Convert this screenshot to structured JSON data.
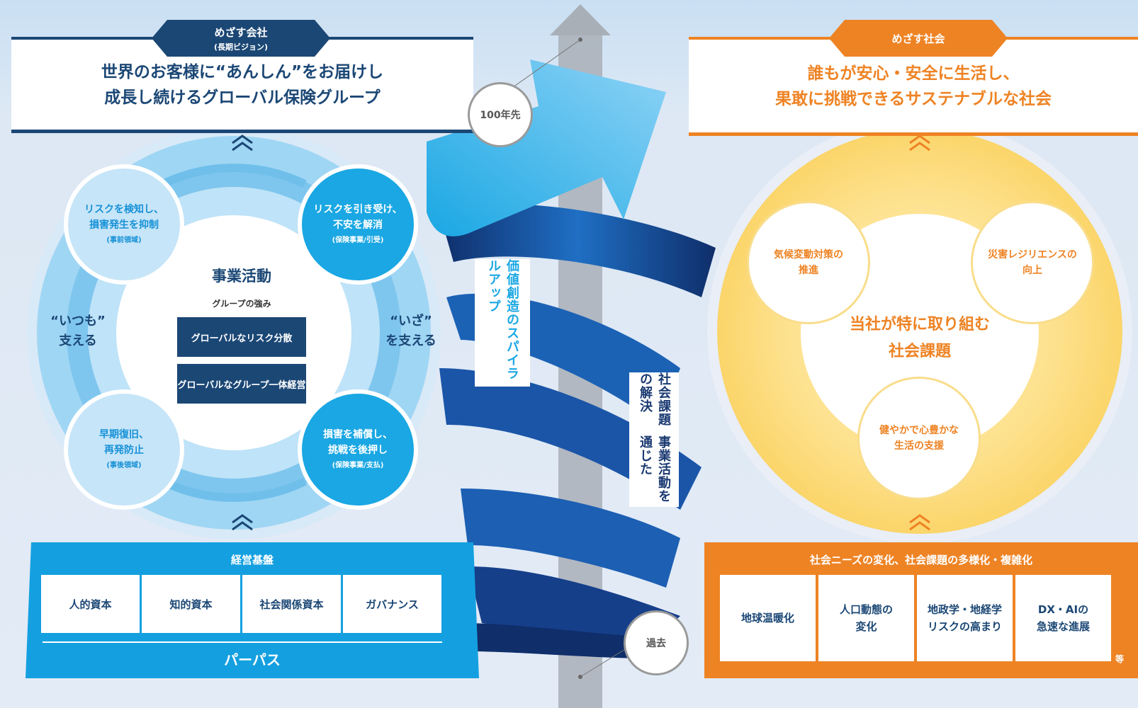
{
  "left_header": {
    "tab_title": "めざす会社",
    "tab_subtitle": "(長期ビジョン)",
    "vision_line1": "世界のお客様に“あんしん”をお届けし",
    "vision_line2": "成長し続けるグローバル保険グループ"
  },
  "right_header": {
    "tab_title": "めざす社会",
    "society_line1": "誰もが安心・安全に生活し、",
    "society_line2": "果敢に挑戦できるサステナブルな社会"
  },
  "business_cycle": {
    "title": "事業活動",
    "strengths_label": "グループの強み",
    "strengths": [
      "グローバルなリスク分散",
      "グローバルなグループ一体経営"
    ],
    "left_label_line1": "“いつも”",
    "left_label_line2": "支える",
    "right_label_line1": "“いざ”",
    "right_label_line2": "を支える",
    "circles": [
      {
        "line1": "リスクを検知し、",
        "line2": "損害発生を抑制",
        "note": "(事前領域)"
      },
      {
        "line1": "リスクを引き受け、",
        "line2": "不安を解消",
        "note": "(保険事業/引受)"
      },
      {
        "line1": "早期復旧、",
        "line2": "再発防止",
        "note": "(事後領域)"
      },
      {
        "line1": "損害を補償し、",
        "line2": "挑戦を後押し",
        "note": "(保険事業/支払)"
      }
    ]
  },
  "foundation": {
    "title": "経営基盤",
    "capitals": [
      "人的資本",
      "知的資本",
      "社会関係資本",
      "ガバナンス"
    ],
    "purpose": "パーパス"
  },
  "spiral": {
    "label_value": "価値創造のスパイラルアップ",
    "label_solution_line1": "事業活動を通じた",
    "label_solution_line2": "社会課題の解決",
    "future_marker": "100年先",
    "past_marker": "過去"
  },
  "social_issues": {
    "center_line1": "当社が特に取り組む",
    "center_line2": "社会課題",
    "circles": [
      {
        "line1": "気候変動対策の",
        "line2": "推進"
      },
      {
        "line1": "災害レジリエンスの",
        "line2": "向上"
      },
      {
        "line1": "健やかで心豊かな",
        "line2": "生活の支援"
      }
    ]
  },
  "social_needs": {
    "title": "社会ニーズの変化、社会課題の多様化・複雑化",
    "items": [
      {
        "line1": "地球温暖化",
        "line2": ""
      },
      {
        "line1": "人口動態の",
        "line2": "変化"
      },
      {
        "line1": "地政学・地経学",
        "line2": "リスクの高まり"
      },
      {
        "line1": "DX・AIの",
        "line2": "急速な進展"
      }
    ],
    "etc": "等"
  },
  "colors": {
    "navy": "#1b4775",
    "blue": "#1aa7e3",
    "light_blue": "#c6e5f8",
    "orange": "#ee8324",
    "yellow": "#fbd56a"
  }
}
